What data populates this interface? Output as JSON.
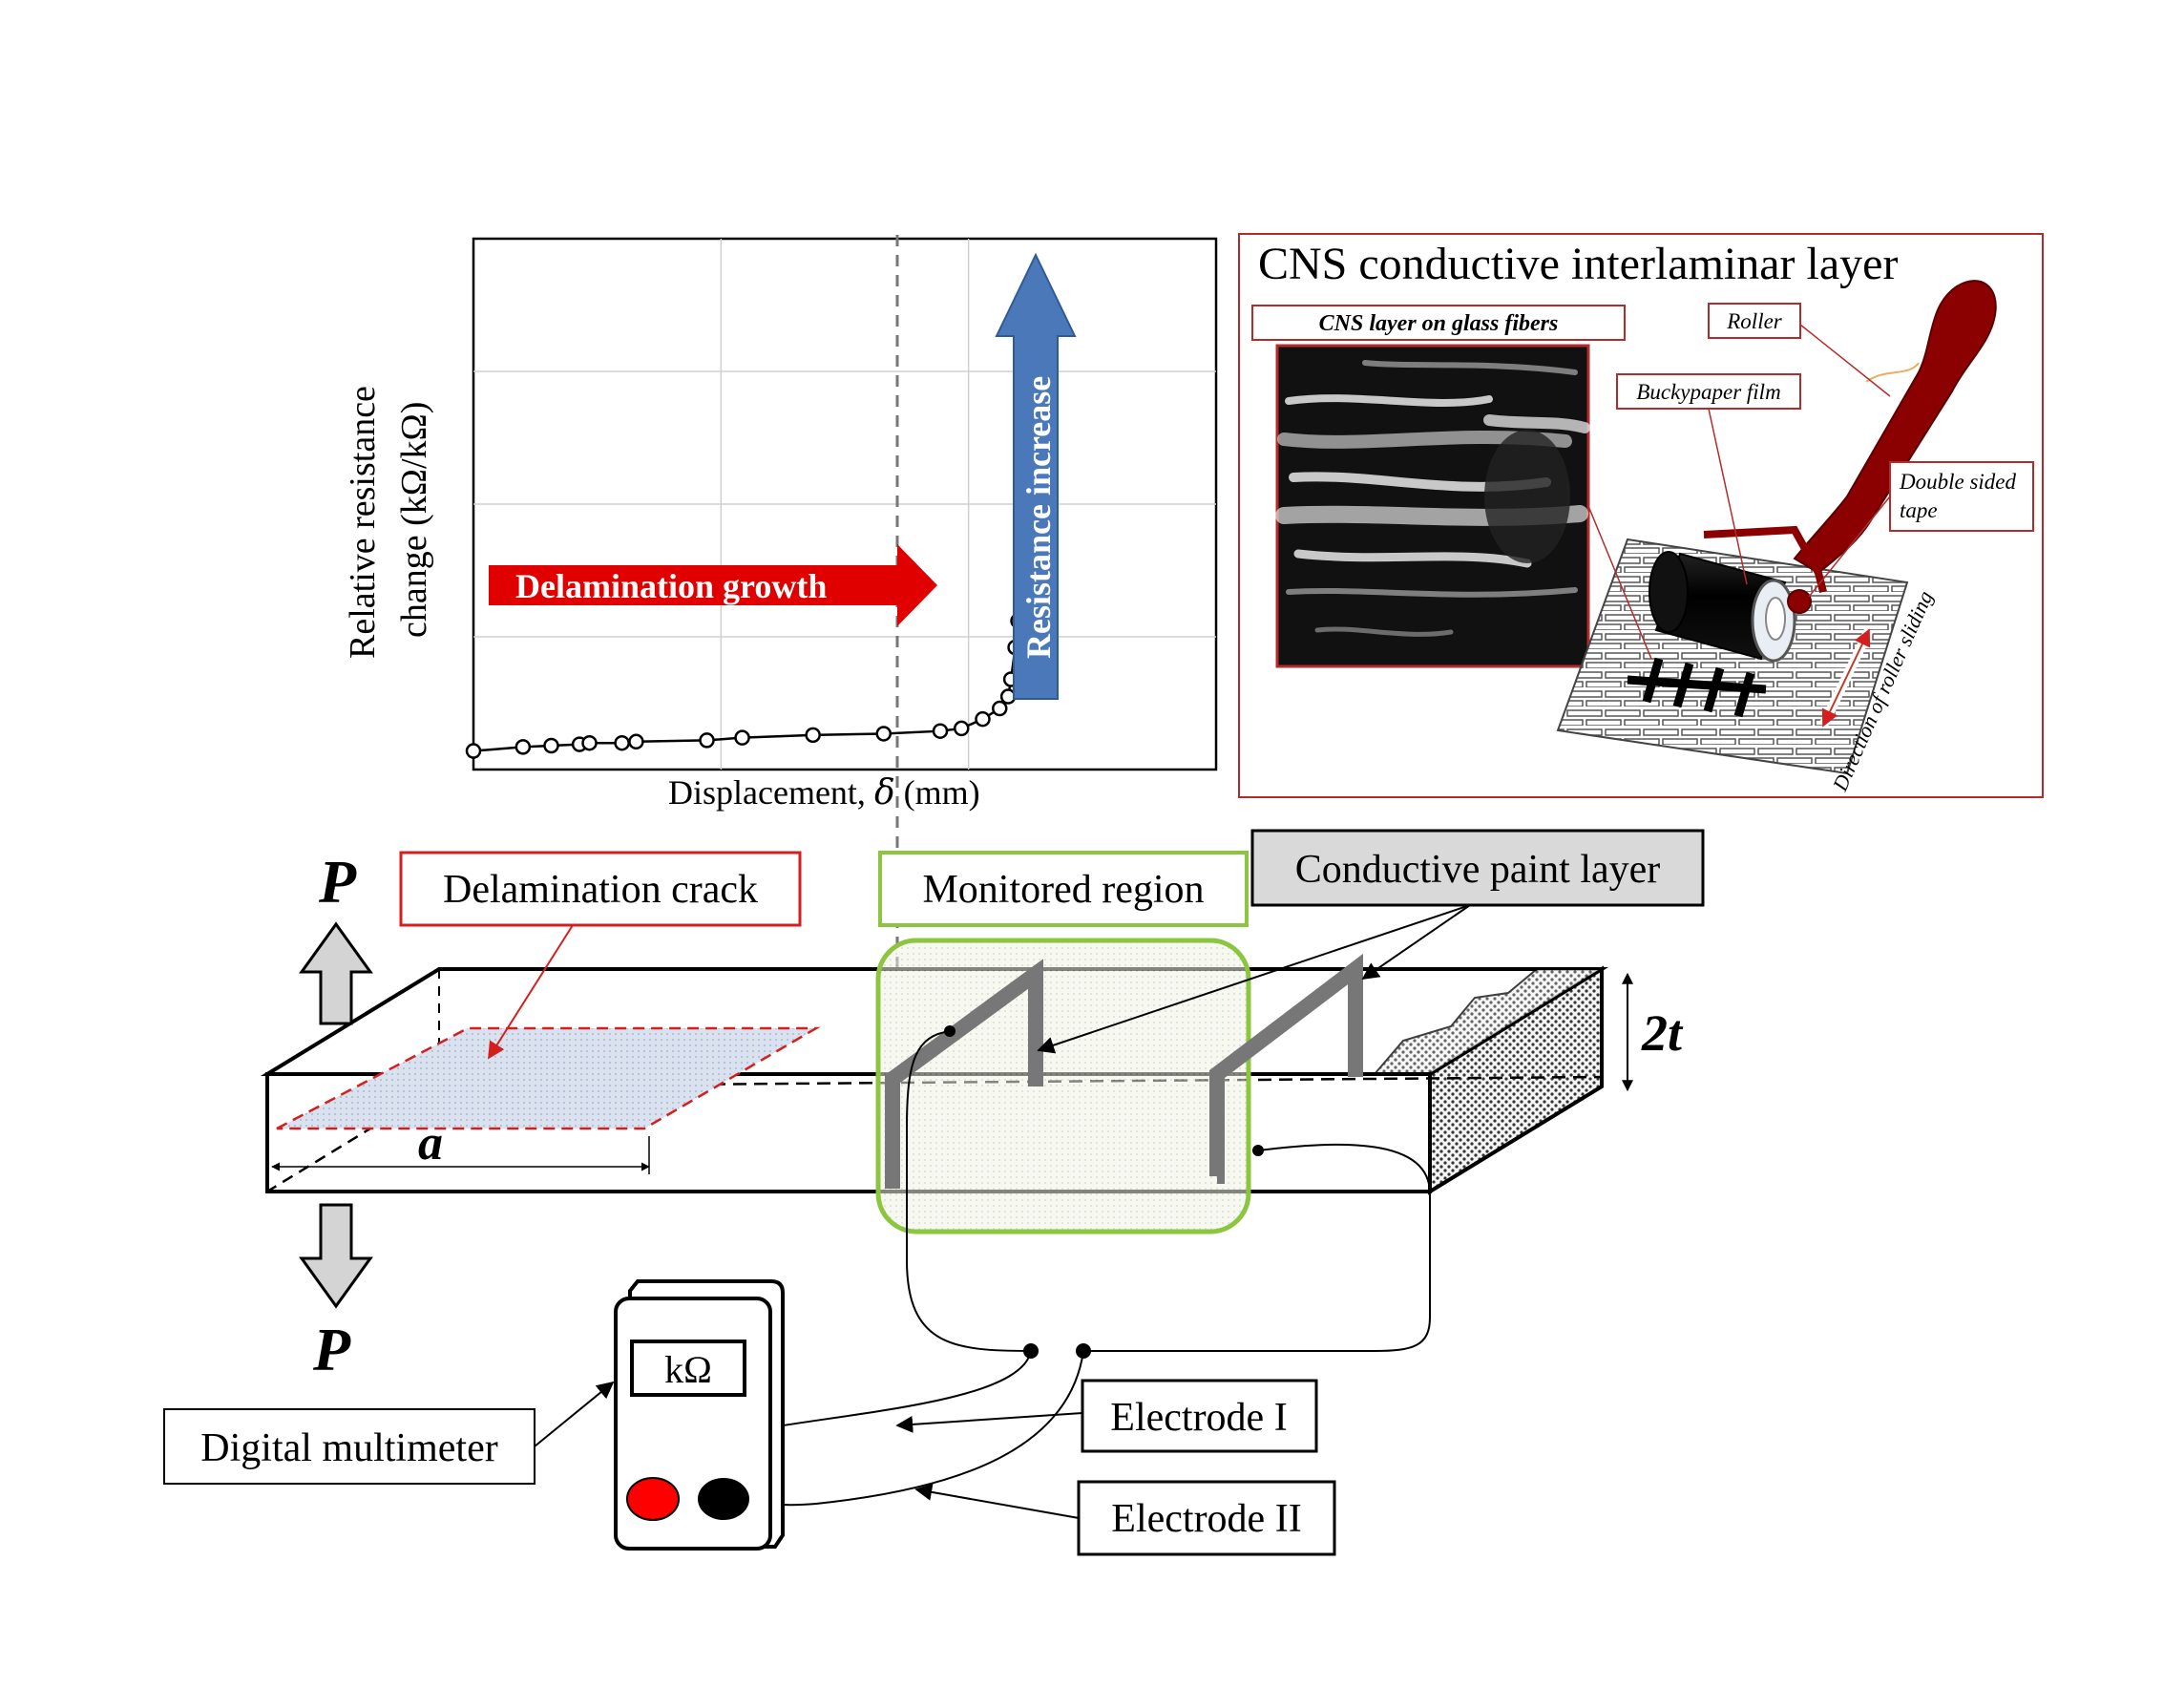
{
  "colors": {
    "delam_arrow": "#e00000",
    "resistance_arrow": "#4a78b8",
    "monitored_box": "#8cc63f",
    "crack_box": "#d41f1f",
    "roller_body": "#8b0000",
    "photo_bg": "#111111",
    "paint_stripe": "#777777"
  },
  "chart": {
    "ylabel_line1": "Relative resistance",
    "ylabel_line2": "change (kΩ/kΩ)",
    "xlabel_prefix": "Displacement, ",
    "xlabel_symbol": "δ",
    "xlabel_suffix": " (mm)",
    "delamination_label": "Delamination growth",
    "resistance_label": "Resistance increase"
  },
  "chart_data": {
    "type": "line",
    "title": "",
    "xlabel": "Displacement, δ (mm)",
    "ylabel": "Relative resistance change (kΩ/kΩ)",
    "xlim": [
      0,
      5.25
    ],
    "ylim": [
      0,
      4
    ],
    "grid": true,
    "marker": "open-circle",
    "x": [
      0.0,
      0.35,
      0.55,
      0.75,
      0.82,
      1.05,
      1.15,
      1.65,
      1.9,
      2.4,
      2.9,
      3.3,
      3.45,
      3.6,
      3.72,
      3.78,
      3.8,
      3.83,
      3.85,
      3.88,
      3.9,
      3.92,
      3.98,
      4.0,
      4.03
    ],
    "y": [
      0.14,
      0.17,
      0.18,
      0.19,
      0.2,
      0.2,
      0.21,
      0.22,
      0.24,
      0.26,
      0.27,
      0.29,
      0.31,
      0.38,
      0.46,
      0.55,
      0.68,
      0.92,
      1.12,
      1.35,
      1.45,
      1.7,
      2.05,
      2.5,
      3.0
    ]
  },
  "cns_panel": {
    "title": "CNS conductive interlaminar layer",
    "photo_label": "CNS layer on glass fibers",
    "roller_label": "Roller",
    "buckypaper_label": "Buckypaper film",
    "tape_label_line1": "Double sided",
    "tape_label_line2": "tape",
    "direction_label": "Direction of roller sliding"
  },
  "specimen": {
    "load_label": "P",
    "crack_length_label": "a",
    "thickness_label": "2t",
    "crack_box_label": "Delamination crack",
    "monitored_label": "Monitored region",
    "paint_label": "Conductive paint layer"
  },
  "meter": {
    "display": "kΩ",
    "label": "Digital multimeter",
    "electrode1": "Electrode I",
    "electrode2": "Electrode II"
  }
}
